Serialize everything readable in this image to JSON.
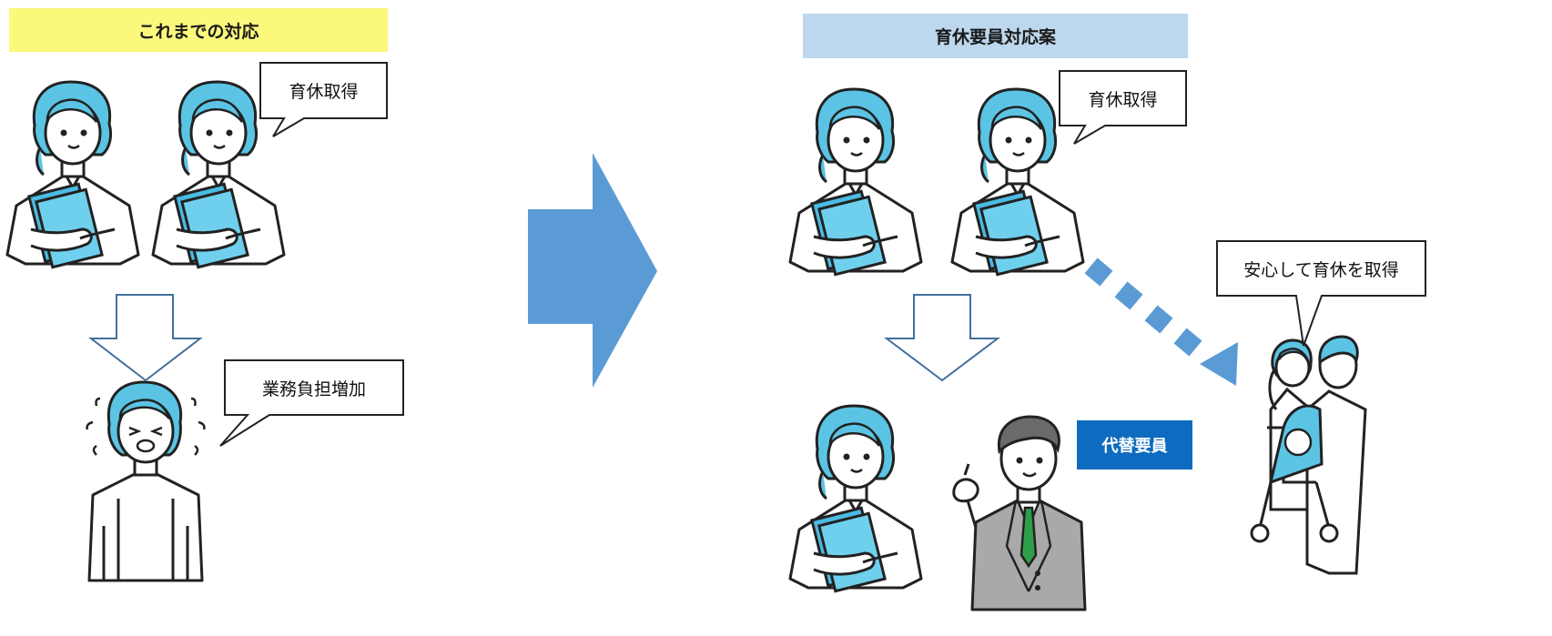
{
  "left_panel": {
    "heading": "これまでの対応",
    "bubble_top": "育休取得",
    "bubble_bottom": "業務負担増加"
  },
  "right_panel": {
    "heading": "育休要員対応案",
    "bubble_top": "育休取得",
    "bubble_family": "安心して育休を取得",
    "badge": "代替要員"
  },
  "colors": {
    "left_heading_bg": "#fbf87c",
    "right_heading_bg": "#bdd7ee",
    "big_arrow": "#5b9bd5",
    "hair": "#5bc4e4",
    "folder": "#4bbbe3",
    "badge_bg": "#0e6bbf",
    "suit": "#a9a9a9",
    "tie": "#2e9e4a"
  }
}
